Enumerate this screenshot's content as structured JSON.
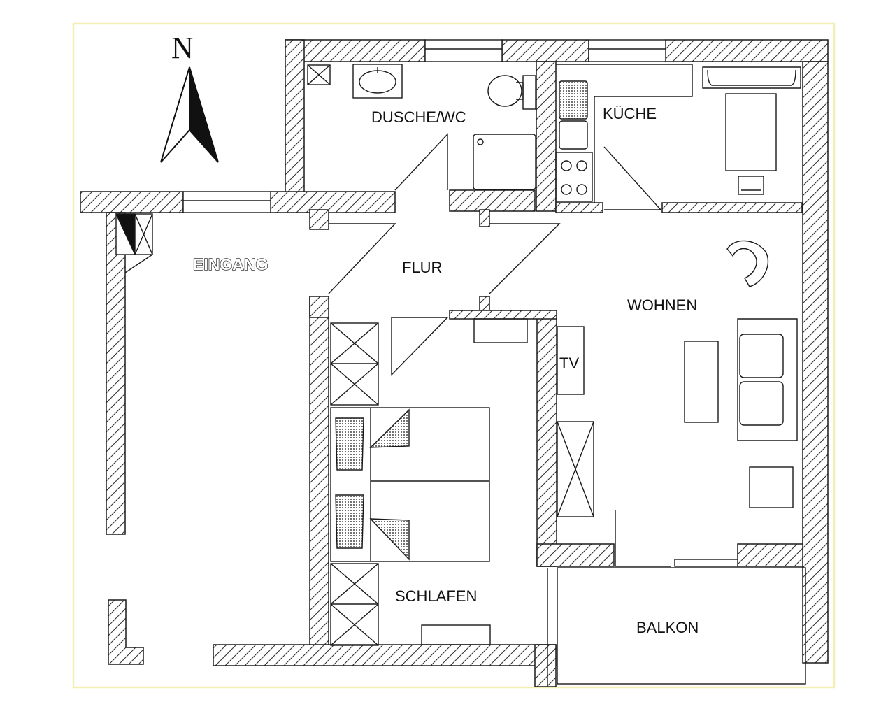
{
  "north": "N",
  "rooms": {
    "dusche_wc": "DUSCHE/WC",
    "kueche": "KÜCHE",
    "eingang": "EINGANG",
    "flur": "FLUR",
    "wohnen": "WOHNEN",
    "tv": "TV",
    "schlafen": "SCHLAFEN",
    "balkon": "BALKON"
  },
  "colors": {
    "frame": "#f3efb4",
    "line": "#1a1a1a",
    "hatch": "#333333",
    "fill_pattern": "#555555"
  }
}
